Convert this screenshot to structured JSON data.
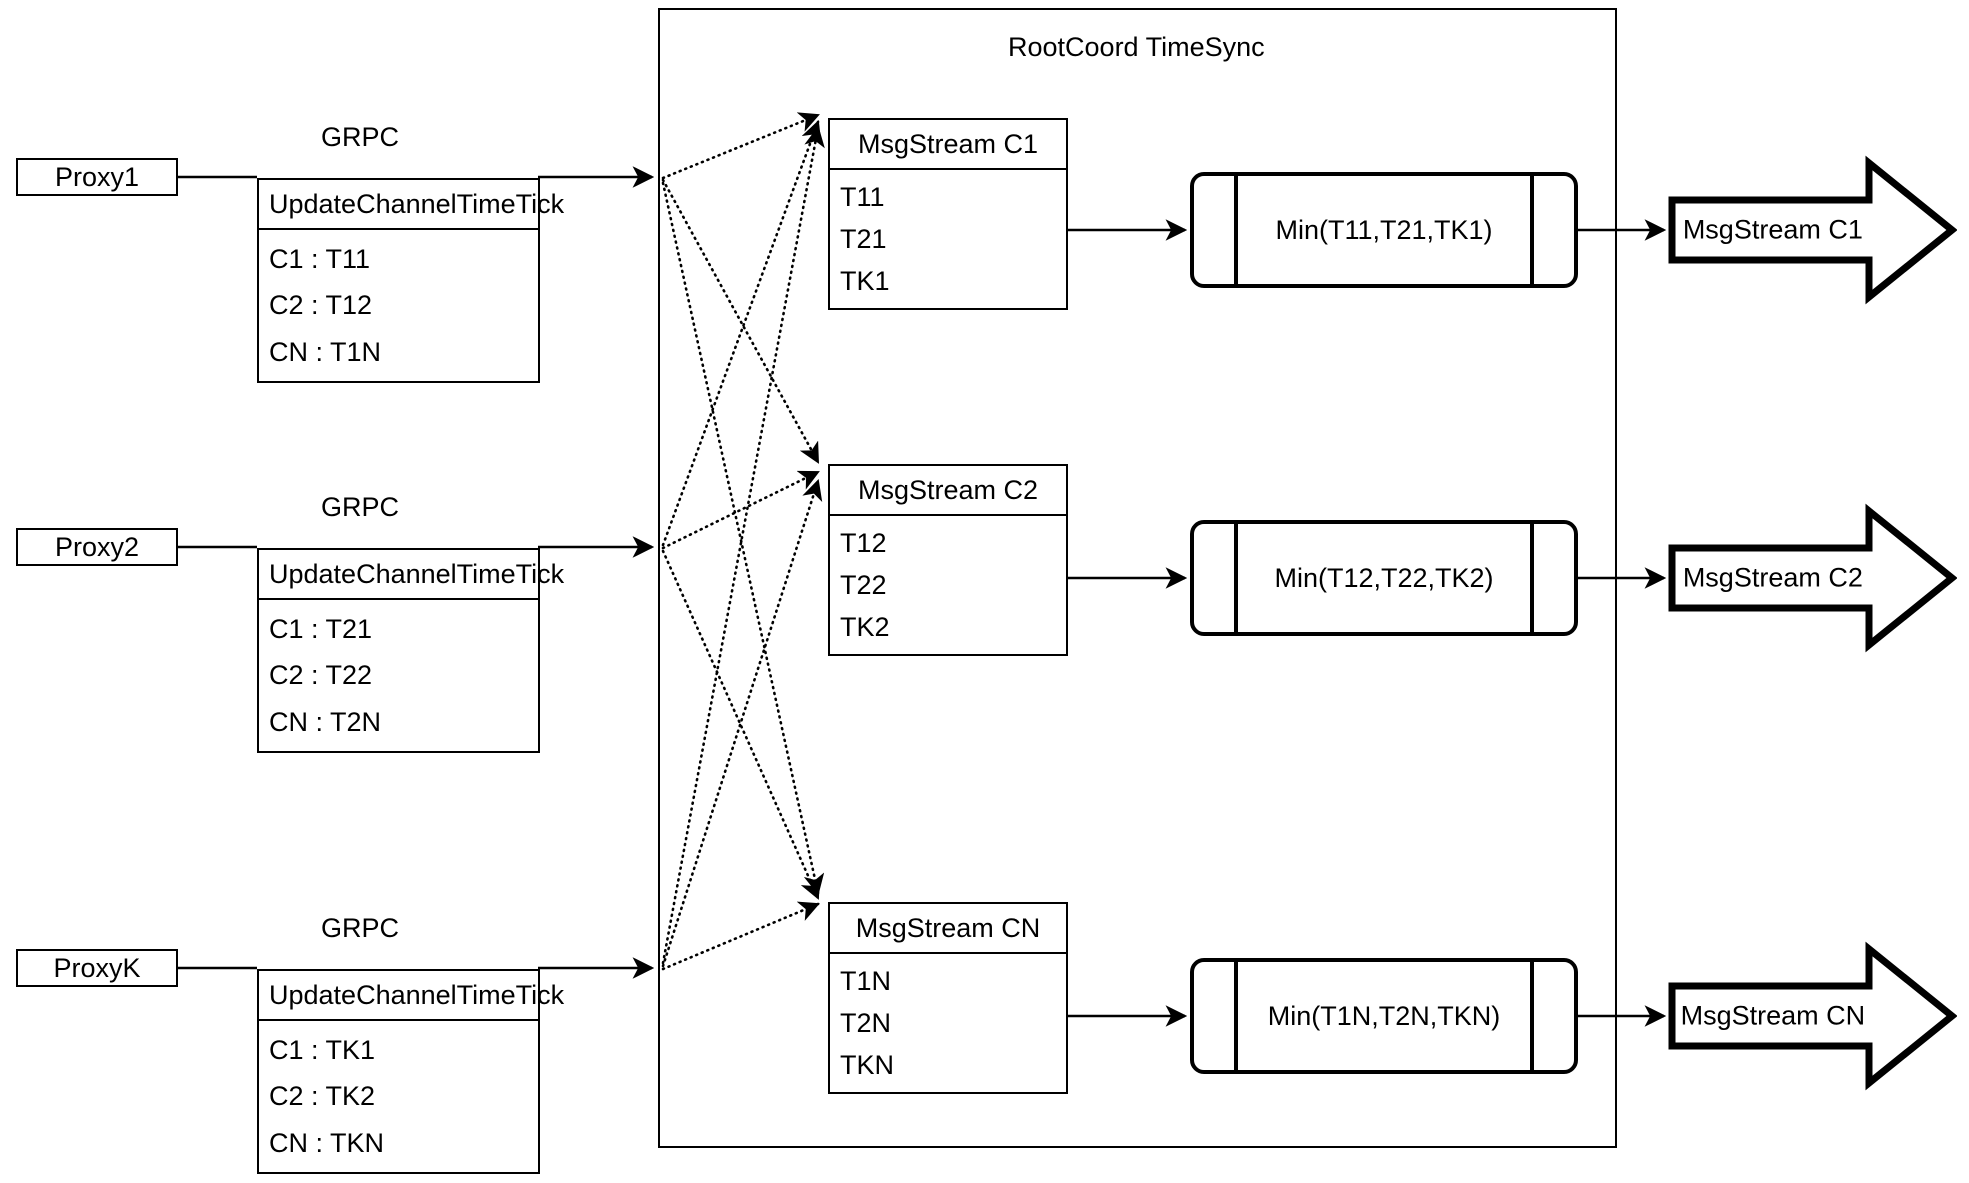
{
  "diagram": {
    "title": "RootCoord TimeSync",
    "colors": {
      "stroke": "#000000",
      "background": "#ffffff"
    }
  },
  "proxies": [
    {
      "name": "Proxy1",
      "grpc_label": "GRPC",
      "request": {
        "title": "UpdateChannelTimeTick",
        "rows": [
          "C1 :  T11",
          "C2 :  T12",
          "CN : T1N"
        ]
      }
    },
    {
      "name": "Proxy2",
      "grpc_label": "GRPC",
      "request": {
        "title": "UpdateChannelTimeTick",
        "rows": [
          "C1 :  T21",
          "C2 :  T22",
          "CN : T2N"
        ]
      }
    },
    {
      "name": "ProxyK",
      "grpc_label": "GRPC",
      "request": {
        "title": "UpdateChannelTimeTick",
        "rows": [
          "C1 :  TK1",
          "C2 :  TK2",
          "CN : TKN"
        ]
      }
    }
  ],
  "channels": [
    {
      "msgstream": {
        "title": "MsgStream C1",
        "rows": [
          "T11",
          "T21",
          "TK1"
        ]
      },
      "min": "Min(T11,T21,TK1)",
      "output": "MsgStream C1"
    },
    {
      "msgstream": {
        "title": "MsgStream C2",
        "rows": [
          "T12",
          "T22",
          "TK2"
        ]
      },
      "min": "Min(T12,T22,TK2)",
      "output": "MsgStream C2"
    },
    {
      "msgstream": {
        "title": "MsgStream CN",
        "rows": [
          "T1N",
          "T2N",
          "TKN"
        ]
      },
      "min": "Min(T1N,T2N,TKN)",
      "output": "MsgStream CN"
    }
  ]
}
